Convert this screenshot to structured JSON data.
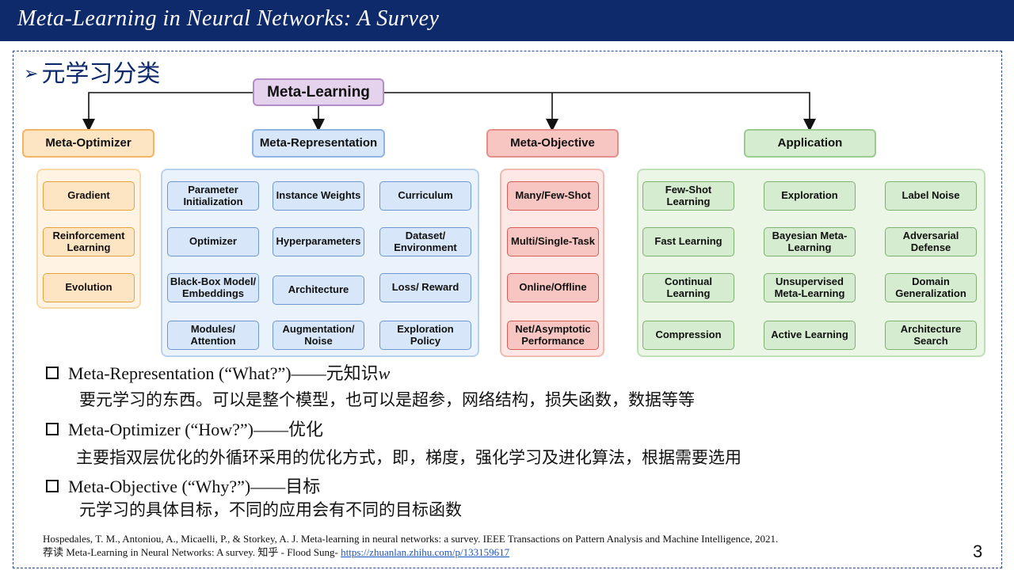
{
  "header": {
    "title": "Meta-Learning in Neural Networks: A Survey"
  },
  "section_heading": "元学习分类",
  "diagram": {
    "root": "Meta-Learning",
    "categories": [
      {
        "label": "Meta-Optimizer",
        "color": "#fde4c2",
        "items": [
          "Gradient",
          "Reinforcement Learning",
          "Evolution"
        ]
      },
      {
        "label": "Meta-Representation",
        "color": "#d7e6f8",
        "items": [
          "Parameter Initialization",
          "Instance Weights",
          "Curriculum",
          "Optimizer",
          "Hyperparameters",
          "Dataset/ Environment",
          "Black-Box Model/ Embeddings",
          "Architecture",
          "Loss/ Reward",
          "Modules/ Attention",
          "Augmentation/ Noise",
          "Exploration Policy"
        ]
      },
      {
        "label": "Meta-Objective",
        "color": "#f7c6c3",
        "items": [
          "Many/Few-Shot",
          "Multi/Single-Task",
          "Online/Offline",
          "Net/Asymptotic Performance"
        ]
      },
      {
        "label": "Application",
        "color": "#d6ecd0",
        "items": [
          "Few-Shot Learning",
          "Exploration",
          "Label Noise",
          "Fast Learning",
          "Bayesian Meta-Learning",
          "Adversarial Defense",
          "Continual Learning",
          "Unsupervised Meta-Learning",
          "Domain Generalization",
          "Compression",
          "Active Learning",
          "Architecture Search"
        ]
      }
    ]
  },
  "bullets": [
    {
      "title": "Meta-Representation (“What?”)——元知识",
      "suffix": "w",
      "desc": "要元学习的东西。可以是整个模型，也可以是超参，网络结构，损失函数，数据等等"
    },
    {
      "title": "Meta-Optimizer (“How?”)——优化",
      "suffix": "",
      "desc": "主要指双层优化的外循环采用的优化方式，即，梯度，强化学习及进化算法，根据需要选用"
    },
    {
      "title": "Meta-Objective (“Why?”)——目标",
      "suffix": "",
      "desc": "元学习的具体目标，不同的应用会有不同的目标函数"
    }
  ],
  "references": {
    "line1": "Hospedales, T. M.,  Antoniou, A.,  Micaelli, P., &  Storkey, A. J. Meta-learning in neural networks: a survey. IEEE Transactions on Pattern Analysis and Machine Intelligence,  2021.",
    "line2_prefix": "荐读 Meta-Learning in Neural Networks: A survey. 知乎 - Flood Sung- ",
    "line2_link": "https://zhuanlan.zhihu.com/p/133159617"
  },
  "page_number": "3"
}
